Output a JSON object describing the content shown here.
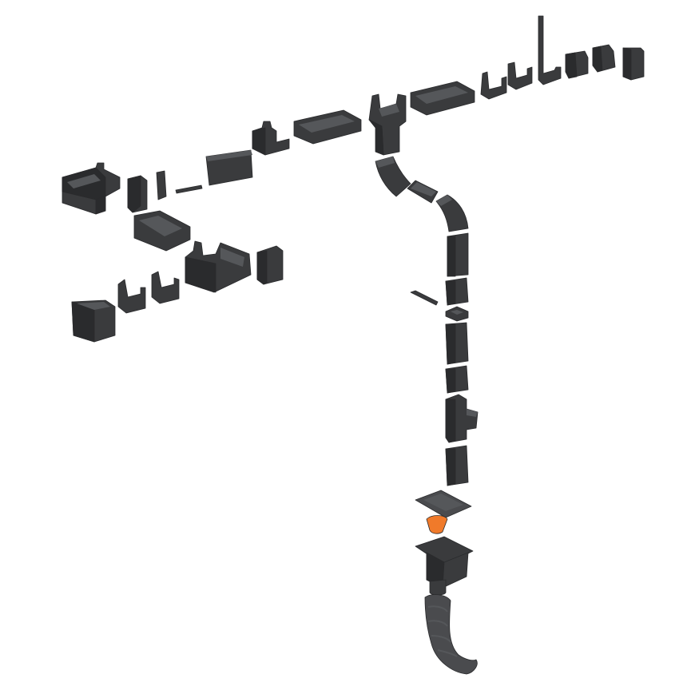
{
  "scene": {
    "background_color": "#ffffff",
    "part_color": "#3a3b3d",
    "part_shade_color": "#2a2b2d",
    "part_highlight_color": "#55575a",
    "strainer_color": "#f07a2a",
    "drain_plate_color": "#4a4b4e"
  },
  "components": [
    {
      "name": "gutter-corner-external"
    },
    {
      "name": "gutter-end-cap-left"
    },
    {
      "name": "gutter-connector-clip"
    },
    {
      "name": "gutter-hanger-rod"
    },
    {
      "name": "gutter-section-short"
    },
    {
      "name": "gutter-outlet-bracket"
    },
    {
      "name": "gutter-section-long"
    },
    {
      "name": "gutter-outlet-funnel"
    },
    {
      "name": "gutter-section-right"
    },
    {
      "name": "gutter-hook"
    },
    {
      "name": "gutter-hook-small"
    },
    {
      "name": "gutter-long-hanger"
    },
    {
      "name": "gutter-joint"
    },
    {
      "name": "gutter-end-piece"
    },
    {
      "name": "gutter-end-cap-right"
    },
    {
      "name": "gutter-half-section"
    },
    {
      "name": "gutter-corner-internal"
    },
    {
      "name": "gutter-end-cap-small"
    },
    {
      "name": "gutter-bracket-a"
    },
    {
      "name": "gutter-bracket-b"
    },
    {
      "name": "gutter-box-corner"
    },
    {
      "name": "downpipe-elbow-top"
    },
    {
      "name": "downpipe-offset-section"
    },
    {
      "name": "downpipe-elbow-lower"
    },
    {
      "name": "downpipe-section-1"
    },
    {
      "name": "downpipe-coupler-1"
    },
    {
      "name": "downpipe-wall-bracket"
    },
    {
      "name": "downpipe-screw"
    },
    {
      "name": "downpipe-section-2"
    },
    {
      "name": "downpipe-coupler-2"
    },
    {
      "name": "downpipe-branch-tee"
    },
    {
      "name": "downpipe-section-3"
    },
    {
      "name": "drain-grate-plate"
    },
    {
      "name": "drain-strainer-basket"
    },
    {
      "name": "drain-collector-box"
    },
    {
      "name": "drain-flexible-hose"
    }
  ]
}
